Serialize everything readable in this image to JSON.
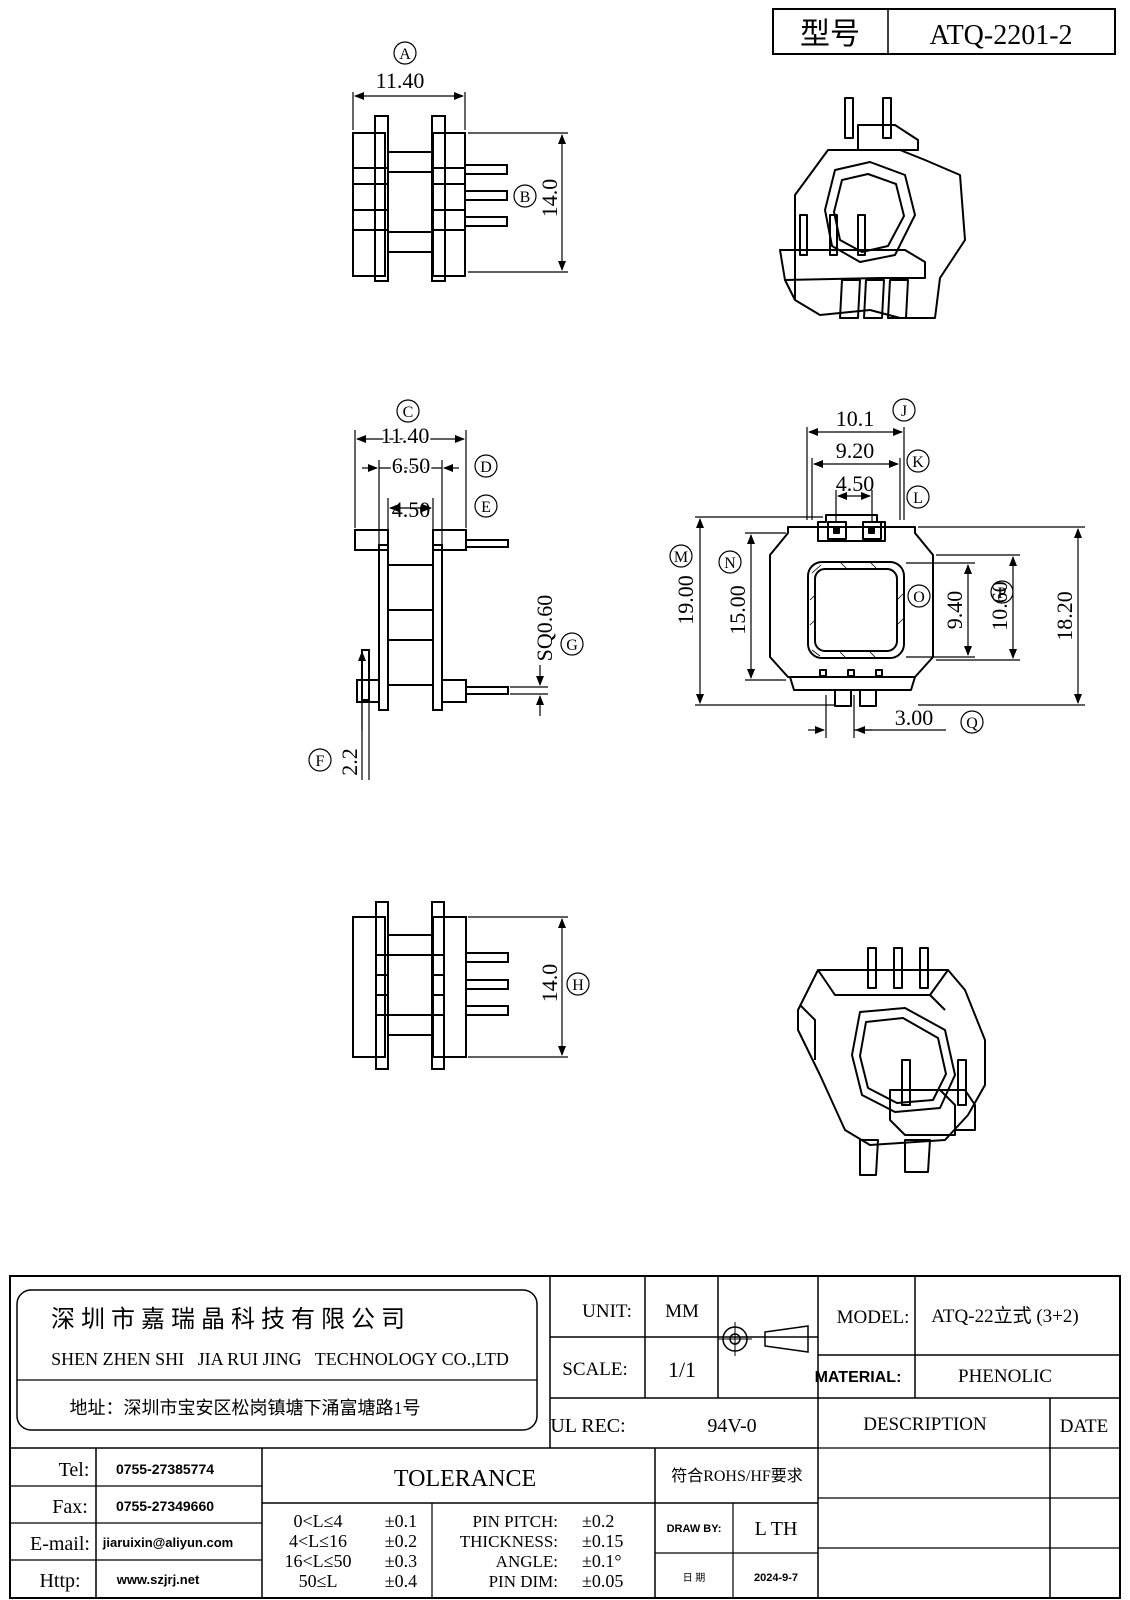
{
  "title_block": {
    "model_label": "型号",
    "model_value": "ATQ-2201-2"
  },
  "dimensions": {
    "A": {
      "letter": "A",
      "value": "11.40"
    },
    "B": {
      "letter": "B",
      "value": "14.0"
    },
    "C": {
      "letter": "C",
      "value": "11.40"
    },
    "D": {
      "letter": "D",
      "value": "6.50"
    },
    "E": {
      "letter": "E",
      "value": "4.50"
    },
    "F": {
      "letter": "F",
      "value": "2.2"
    },
    "G": {
      "letter": "G",
      "value": "SQ0.60"
    },
    "H": {
      "letter": "H",
      "value": "14.0"
    },
    "J": {
      "letter": "J",
      "value": "10.1"
    },
    "K": {
      "letter": "K",
      "value": "9.20"
    },
    "L": {
      "letter": "L",
      "value": "4.50"
    },
    "M": {
      "letter": "M",
      "value": "19.00"
    },
    "N": {
      "letter": "N",
      "value": "15.00"
    },
    "O": {
      "letter": "O",
      "value": "9.40"
    },
    "P": {
      "letter": "P",
      "value": "10.60"
    },
    "Q": {
      "letter": "Q",
      "value": "3.00"
    },
    "R": {
      "value": "18.20"
    }
  },
  "company": {
    "name_cn": "深 圳 市 嘉 瑞 晶 科 技 有 限 公 司",
    "name_en": "SHEN ZHEN SHI   JIA RUI JING   TECHNOLOGY CO.,LTD",
    "address": "地址：深圳市宝安区松岗镇塘下涌富塘路1号"
  },
  "specs": {
    "unit_label": "UNIT:",
    "unit_value": "MM",
    "scale_label": "SCALE:",
    "scale_value": "1/1",
    "ul_label": "UL REC:",
    "ul_value": "94V-0",
    "model_label": "MODEL:",
    "model_value": "ATQ-22立式 (3+2)",
    "material_label": "MATERIAL:",
    "material_value": "PHENOLIC",
    "description_label": "DESCRIPTION",
    "date_label": "DATE"
  },
  "contact": {
    "tel_label": "Tel:",
    "tel_value": "0755-27385774",
    "fax_label": "Fax:",
    "fax_value": "0755-27349660",
    "email_label": "E-mail:",
    "email_value": "jiaruixin@aliyun.com",
    "http_label": "Http:",
    "http_value": "www.szjrj.net"
  },
  "tolerance": {
    "title": "TOLERANCE",
    "rohs": "符合ROHS/HF要求",
    "ranges": [
      {
        "range": "0<L≤4",
        "tol": "±0.1"
      },
      {
        "range": "4<L≤16",
        "tol": "±0.2"
      },
      {
        "range": "16<L≤50",
        "tol": "±0.3"
      },
      {
        "range": "50≤L",
        "tol": "±0.4"
      }
    ],
    "items": [
      {
        "label": "PIN PITCH:",
        "tol": "±0.2"
      },
      {
        "label": "THICKNESS:",
        "tol": "±0.15"
      },
      {
        "label": "ANGLE:",
        "tol": "±0.1°"
      },
      {
        "label": "PIN DIM:",
        "tol": "±0.05"
      }
    ],
    "draw_by_label": "DRAW BY:",
    "draw_by_value": "L TH",
    "date_label_cn": "日 期",
    "date_value": "2024-9-7"
  }
}
